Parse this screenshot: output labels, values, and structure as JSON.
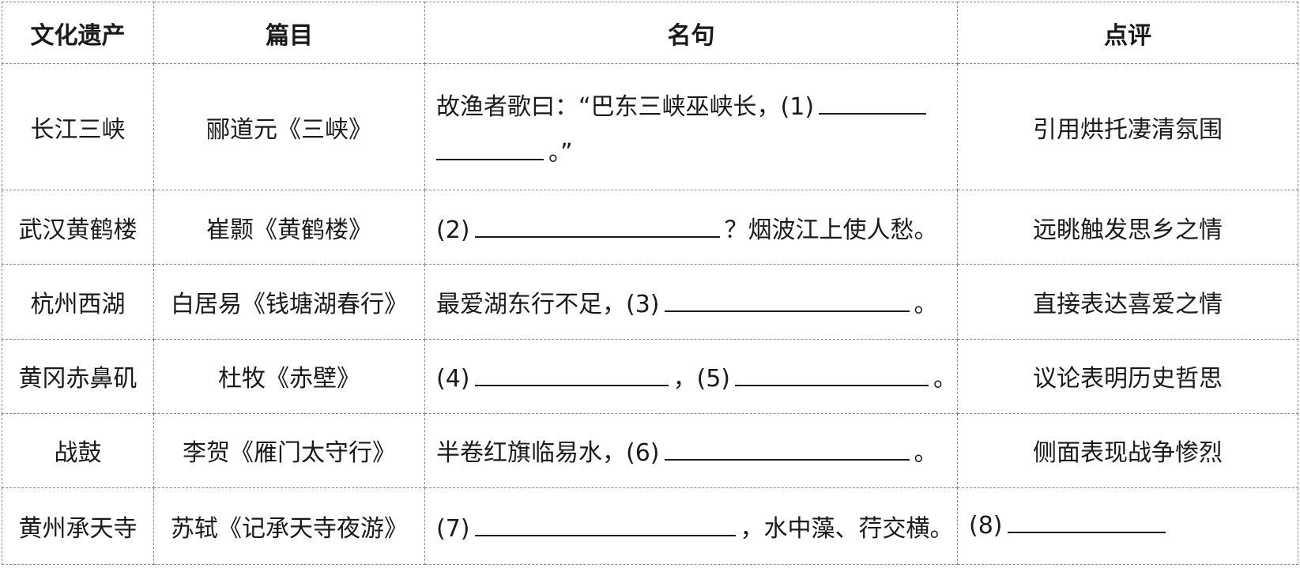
{
  "headers": [
    "文化遗产",
    "篇目",
    "名句",
    "点评"
  ],
  "rows": [
    {
      "heritage": "长江三峡",
      "work": "郦道元《三峡》",
      "quote_a": "故渔者歌曰：“巴东三峡巫峡长，(1)",
      "quote_b": "。”",
      "comment": "引用烘托凄清氛围"
    },
    {
      "heritage": "武汉黄鹤楼",
      "work": "崔颢《黄鹤楼》",
      "quote_a": "(2)",
      "quote_b": "？烟波江上使人愁。",
      "comment": "远眺触发思乡之情"
    },
    {
      "heritage": "杭州西湖",
      "work": "白居易《钱塘湖春行》",
      "quote_a": "最爱湖东行不足，(3)",
      "quote_b": "。",
      "comment": "直接表达喜爱之情"
    },
    {
      "heritage": "黄冈赤鼻矶",
      "work": "杜牧《赤壁》",
      "quote_a": "(4)",
      "quote_mid": "，(5)",
      "quote_b": "。",
      "comment": "议论表明历史哲思"
    },
    {
      "heritage": "战鼓",
      "work": "李贺《雁门太守行》",
      "quote_a": "半卷红旗临易水，(6)",
      "quote_b": "。",
      "comment": "侧面表现战争惨烈"
    },
    {
      "heritage": "黄州承天寺",
      "work": "苏轼《记承天寺夜游》",
      "quote_a": "(7)",
      "quote_b": "，水中藻、荇交横。",
      "comment": "(8)"
    }
  ]
}
